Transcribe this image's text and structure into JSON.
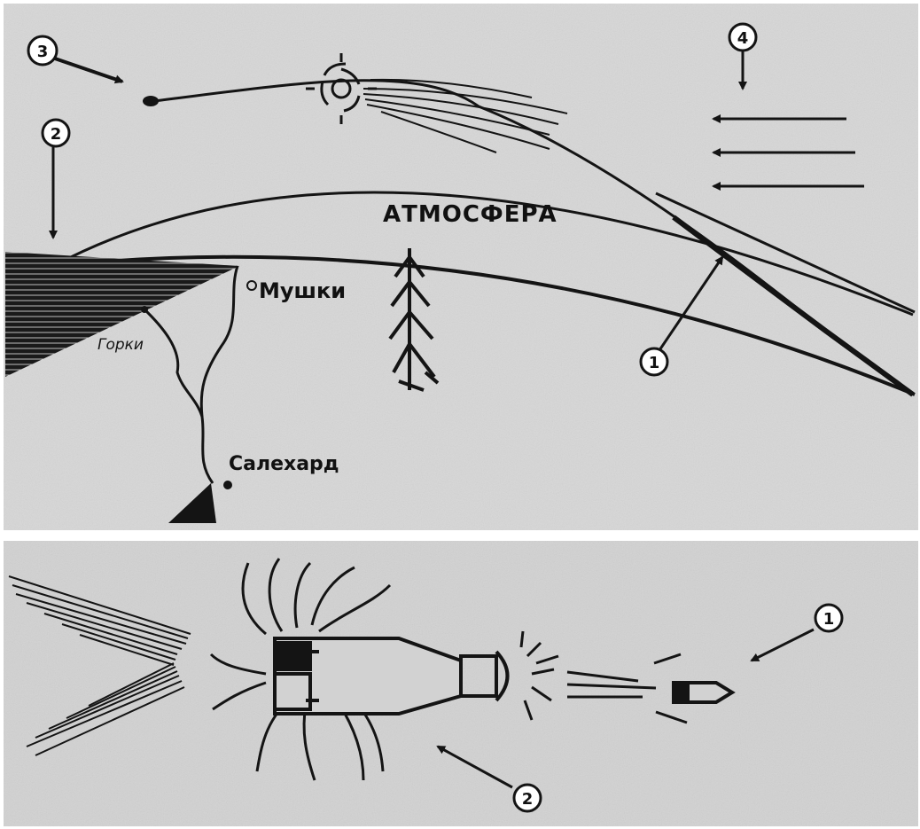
{
  "labels": {
    "atmosphere": "АТМОСФЕРА",
    "mushi": "Мушки",
    "gorki": "Горки",
    "salekhard": "Салехард"
  },
  "markers": {
    "top_1": "1",
    "top_2": "2",
    "top_3": "3",
    "top_4": "4",
    "bottom_1": "1",
    "bottom_2": "2"
  },
  "colors": {
    "panel_top": "#d7d7d7",
    "panel_bottom": "#d2d2d2",
    "ink": "#141414",
    "paper_gap": "#ffffff"
  }
}
